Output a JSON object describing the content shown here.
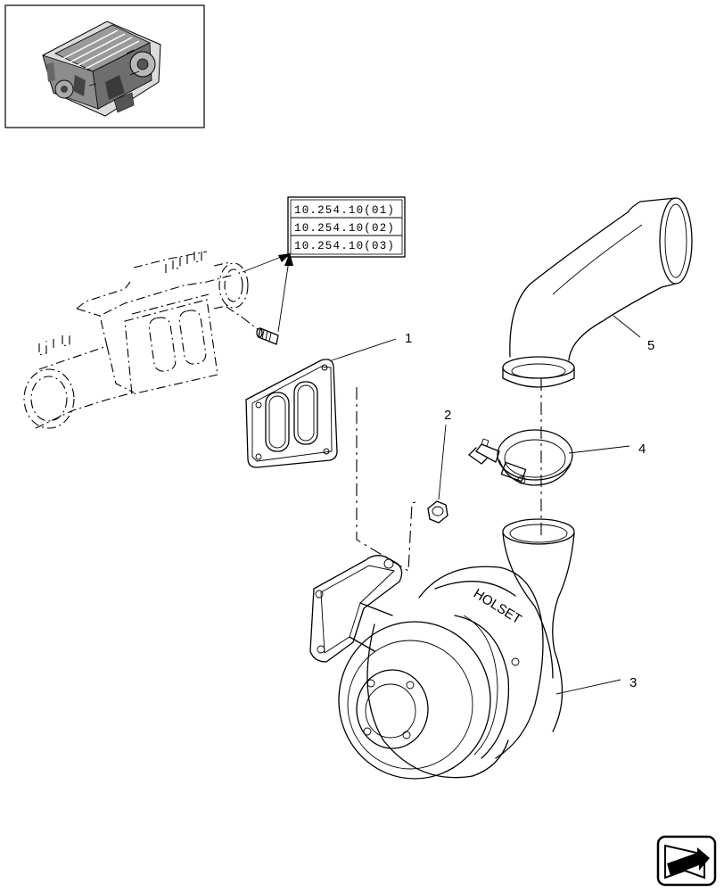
{
  "reference_boxes": [
    {
      "label": "10.254.10(01)"
    },
    {
      "label": "10.254.10(02)"
    },
    {
      "label": "10.254.10(03)"
    }
  ],
  "callouts": [
    {
      "number": "1"
    },
    {
      "number": "2"
    },
    {
      "number": "3"
    },
    {
      "number": "4"
    },
    {
      "number": "5"
    }
  ],
  "turbo_brand": "HOLSET",
  "icons": {
    "thumbnail": "engine-thumbnail-icon",
    "navigation": "next-page-arrow-icon"
  }
}
